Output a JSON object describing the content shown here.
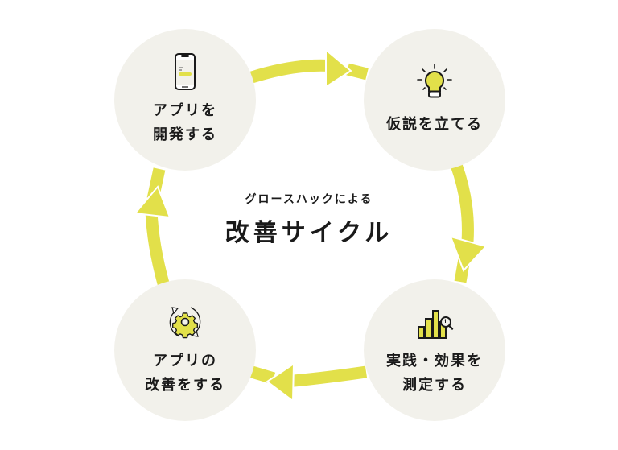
{
  "diagram": {
    "subtitle": "グロースハックによる",
    "title": "改善サイクル",
    "accent_color": "#e2e04a",
    "node_color": "#f2f1eb",
    "nodes": [
      {
        "icon": "smartphone-icon",
        "line1": "アプリを",
        "line2": "開発する"
      },
      {
        "icon": "lightbulb-icon",
        "line1": "仮説を立てる",
        "line2": ""
      },
      {
        "icon": "bar-chart-search-icon",
        "line1": "実践・効果を",
        "line2": "測定する"
      },
      {
        "icon": "gear-cycle-icon",
        "line1": "アプリの",
        "line2": "改善をする"
      }
    ],
    "flow": [
      "1→2",
      "2→3",
      "3→4",
      "4→1"
    ]
  }
}
